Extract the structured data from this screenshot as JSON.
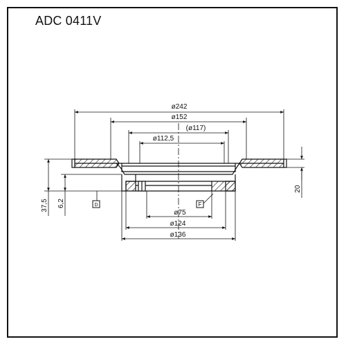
{
  "title": "ADC 0411V",
  "dimensions": {
    "outer_diameter": "ø242",
    "inner_diameter": "ø152",
    "pcd": "(ø117)",
    "hub_diameter": "ø112,5",
    "center_bore": "ø75",
    "hat_inner": "ø124",
    "hat_outer": "ø136",
    "total_height": "37,5",
    "hat_offset": "6,2",
    "thickness": "20"
  },
  "markers": {
    "datum_d": "D",
    "datum_f": "F"
  },
  "colors": {
    "line": "#111111",
    "hatch": "#111111",
    "background": "#ffffff"
  }
}
